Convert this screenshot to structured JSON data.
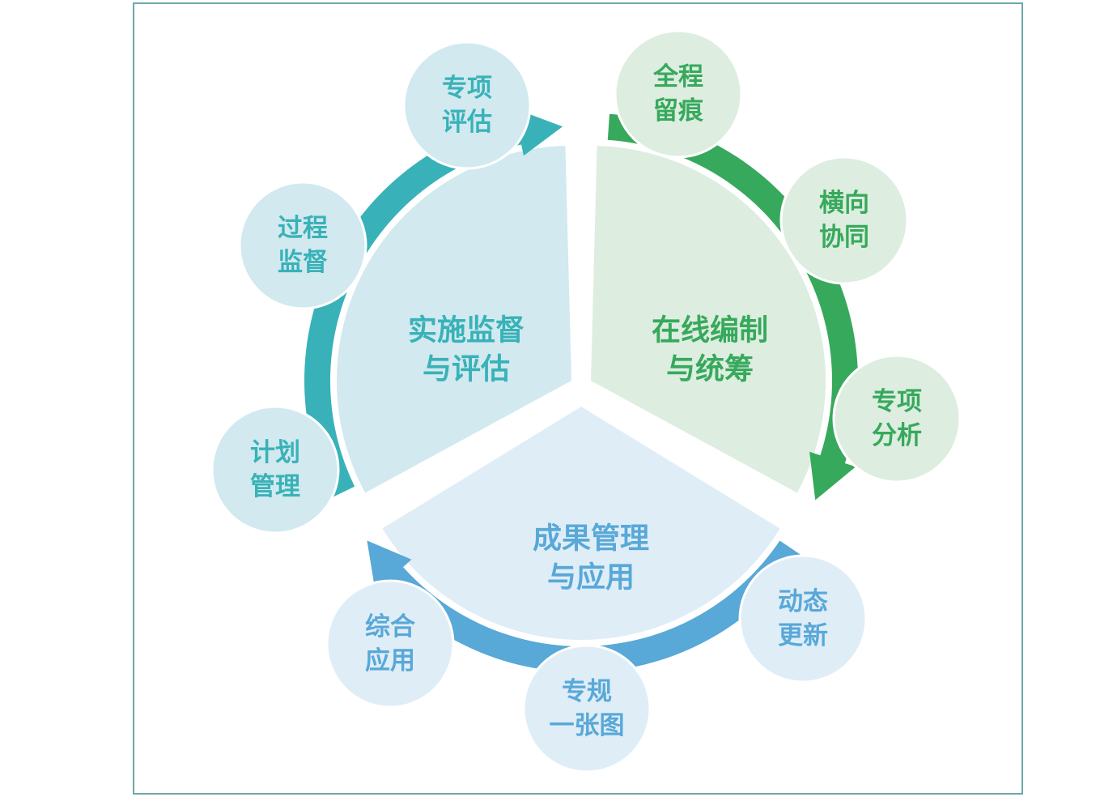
{
  "diagram": {
    "segments": [
      {
        "id": "implementation",
        "title_lines": [
          "实施监督",
          "与评估"
        ],
        "fill": "#d1e9ef",
        "arrow": "#38b2b8",
        "text": "#38b2b8",
        "satellites": [
          {
            "lines": [
              "计划",
              "管理"
            ]
          },
          {
            "lines": [
              "过程",
              "监督"
            ]
          },
          {
            "lines": [
              "专项",
              "评估"
            ]
          }
        ]
      },
      {
        "id": "online",
        "title_lines": [
          "在线编制",
          "与统筹"
        ],
        "fill": "#ddede0",
        "arrow": "#37a95c",
        "text": "#37a95c",
        "satellites": [
          {
            "lines": [
              "全程",
              "留痕"
            ]
          },
          {
            "lines": [
              "横向",
              "协同"
            ]
          },
          {
            "lines": [
              "专项",
              "分析"
            ]
          }
        ]
      },
      {
        "id": "results",
        "title_lines": [
          "成果管理",
          "与应用"
        ],
        "fill": "#dfedf7",
        "arrow": "#58a8d8",
        "text": "#58a8d8",
        "satellites": [
          {
            "lines": [
              "动态",
              "更新"
            ]
          },
          {
            "lines": [
              "专规",
              "一张图"
            ]
          },
          {
            "lines": [
              "综合",
              "应用"
            ]
          }
        ]
      }
    ],
    "frame_color": "#6aa9a8"
  }
}
